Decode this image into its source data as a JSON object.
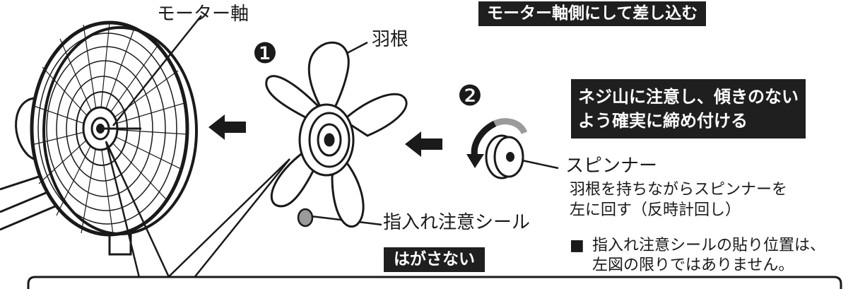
{
  "labels": {
    "motor_shaft": "モーター軸",
    "blade": "羽根",
    "spinner": "スピンナー",
    "finger_sticker": "指入れ注意シール"
  },
  "steps": {
    "step1": "❶",
    "step2": "❷"
  },
  "callouts": {
    "insert_toward_shaft": "モーター軸側にして差し込む",
    "thread_note_line1": "ネジ山に注意し、傾きのない",
    "thread_note_line2": "よう確実に締め付ける",
    "do_not_peel": "はがさない"
  },
  "instructions": {
    "spinner_line1": "羽根を持ちながらスピンナーを",
    "spinner_line2": "左に回す（反時計回し）",
    "note_bullet": "■",
    "note_line1": "指入れ注意シールの貼り位置は、",
    "note_line2": "左図の限りではありません。"
  },
  "icons": {
    "arrow1": "left-arrow-icon",
    "arrow2": "left-arrow-icon",
    "rotation": "counterclockwise-arrow-icon"
  },
  "colors": {
    "ink": "#1a1a1a",
    "callout_bg": "#1f1f1f",
    "callout_text": "#ffffff",
    "gray": "#9a9a9a"
  }
}
